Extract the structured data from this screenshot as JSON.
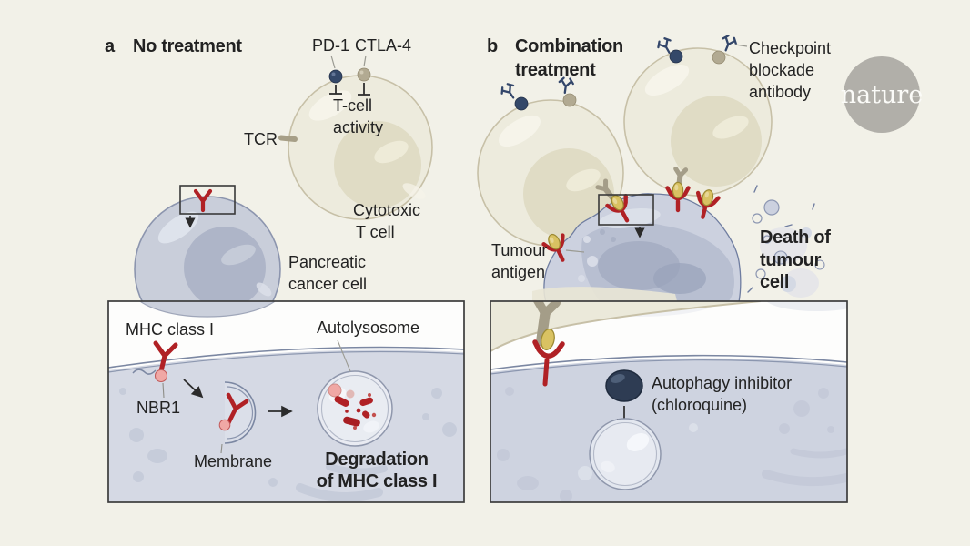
{
  "figure": {
    "panel_a": {
      "label": "a",
      "title": "No treatment",
      "pd1_label": "PD-1",
      "ctla4_label": "CTLA-4",
      "tcell_activity": [
        "T-cell",
        "activity"
      ],
      "tcr_label": "TCR",
      "cytotoxic_t_cell": [
        "Cytotoxic",
        "T cell"
      ],
      "pancreatic_cancer_cell": [
        "Pancreatic",
        "cancer cell"
      ],
      "inset": {
        "mhc_class_i": "MHC class I",
        "autolysosome": "Autolysosome",
        "nbr1": "NBR1",
        "membrane": "Membrane",
        "degradation": [
          "Degradation",
          "of MHC class I"
        ]
      }
    },
    "panel_b": {
      "label": "b",
      "title": [
        "Combination",
        "treatment"
      ],
      "checkpoint_antibody": [
        "Checkpoint",
        "blockade",
        "antibody"
      ],
      "tumour_antigen": [
        "Tumour",
        "antigen"
      ],
      "death_of_tumour_cell": [
        "Death of",
        "tumour",
        "cell"
      ],
      "inset": {
        "autophagy_inhibitor": [
          "Autophagy inhibitor",
          "(chloroquine)"
        ]
      }
    },
    "branding": {
      "logo_text": "nature"
    },
    "colors": {
      "background": "#f2f1e8",
      "t_cell_fill": "#edebdd",
      "t_cell_border": "#c7c0a7",
      "t_cell_nucleus": "#e0dcc5",
      "cancer_cell_fill": "#c9ceda",
      "cancer_cell_border": "#8c95ae",
      "cancer_cell_nucleus": "#aeb5c8",
      "mhc_red": "#b02125",
      "nbr1_pink": "#f0a8a5",
      "antigen_yellow": "#d9c262",
      "tcr_grey": "#a49d88",
      "pd1_navy": "#344869",
      "ctla4_tan": "#b2aa92",
      "antibody_navy": "#33466a",
      "chloroquine_navy": "#2e3c53",
      "inset_cell_fill": "#d5d9e4",
      "membrane_line": "#7b87a2",
      "panel_border": "#3c3c3c",
      "text": "#222222",
      "logo_grey": "#b1afa9"
    }
  }
}
